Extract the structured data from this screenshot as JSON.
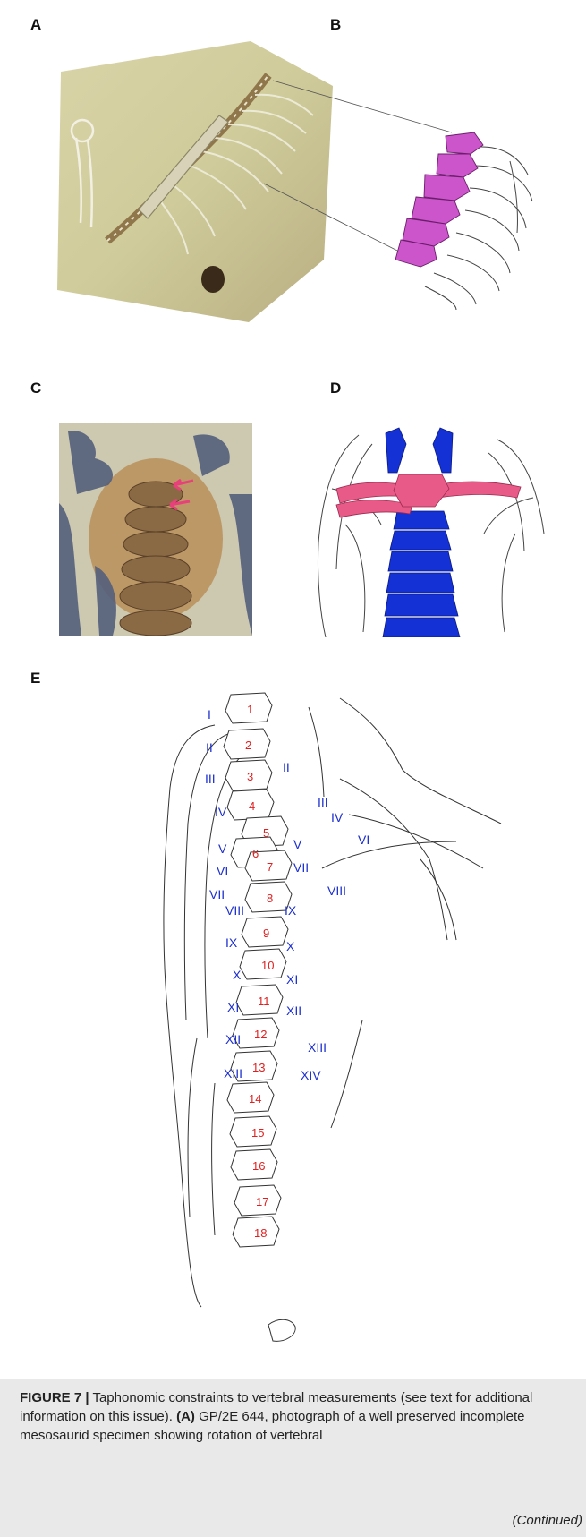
{
  "panels": {
    "a": {
      "letter": "A"
    },
    "b": {
      "letter": "B"
    },
    "c": {
      "letter": "C"
    },
    "d": {
      "letter": "D"
    },
    "e": {
      "letter": "E"
    }
  },
  "colors": {
    "magenta_vertebrae": "#cc55cc",
    "blue_vertebrae": "#1431d6",
    "pink_ribs": "#e85a88",
    "red_numbers": "#e02020",
    "blue_numerals": "#1c2fd0",
    "caption_bg": "#e9e9e9"
  },
  "figure_e": {
    "vertebra_numbers": [
      "1",
      "2",
      "3",
      "4",
      "5",
      "6",
      "7",
      "8",
      "9",
      "10",
      "11",
      "12",
      "13",
      "14",
      "15",
      "16",
      "17",
      "18"
    ],
    "left_rib_numerals": [
      "I",
      "II",
      "III",
      "IV",
      "V",
      "VI",
      "VII",
      "VIII",
      "IX",
      "X",
      "XI",
      "XII",
      "XIII"
    ],
    "right_rib_numerals": [
      "II",
      "III",
      "IV",
      "V",
      "VI",
      "VII",
      "VIII",
      "IX",
      "X",
      "XI",
      "XII",
      "XIII",
      "XIV"
    ]
  },
  "caption": {
    "label": "FIGURE 7 |",
    "text_1": " Taphonomic constraints to vertebral measurements (see text for additional information on this issue). ",
    "ref_a": "(A)",
    "text_2": " GP/2E 644, photograph of a well preserved incomplete mesosaurid specimen showing rotation of vertebral",
    "continued": "(Continued)"
  }
}
